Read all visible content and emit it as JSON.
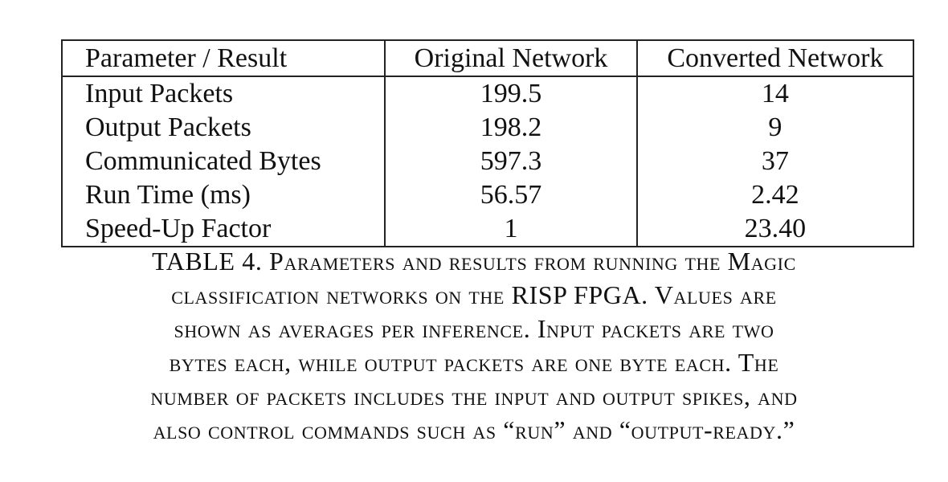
{
  "table": {
    "headers": [
      "Parameter / Result",
      "Original Network",
      "Converted Network"
    ],
    "rows": [
      [
        "Input Packets",
        "199.5",
        "14"
      ],
      [
        "Output Packets",
        "198.2",
        "9"
      ],
      [
        "Communicated Bytes",
        "597.3",
        "37"
      ],
      [
        "Run Time (ms)",
        "56.57",
        "2.42"
      ],
      [
        "Speed-Up Factor",
        "1",
        "23.40"
      ]
    ]
  },
  "caption": {
    "lines": [
      "TABLE 4. Parameters and results from running the Magic",
      "classification networks on the RISP FPGA. Values are",
      "shown as averages per inference. Input packets are two",
      "bytes each, while output packets are one byte each. The",
      "number of packets includes the input and output spikes, and",
      "also control commands such as “run” and “output-ready.”"
    ]
  }
}
